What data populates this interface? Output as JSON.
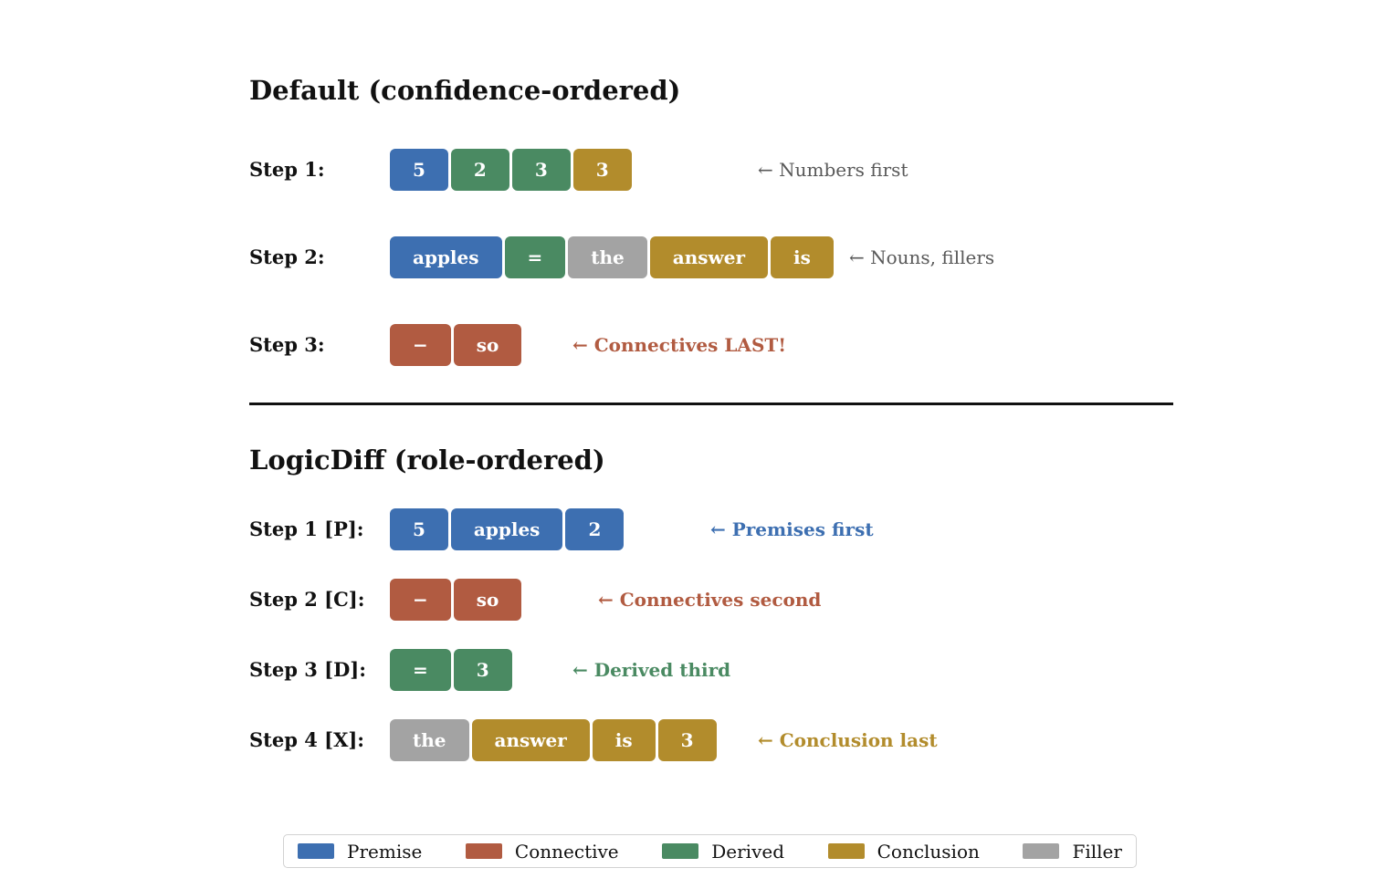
{
  "colors": {
    "premise": "#3d6fb1",
    "connective": "#b15b41",
    "derived": "#4a8a62",
    "conclusion": "#b28c2c",
    "filler": "#a3a3a3",
    "muted": "#595959"
  },
  "sections": {
    "default": {
      "title": "Default (confidence-ordered)",
      "rows": [
        {
          "label": "Step 1:",
          "tokens": [
            {
              "text": "5",
              "role": "premise"
            },
            {
              "text": "2",
              "role": "derived"
            },
            {
              "text": "3",
              "role": "derived"
            },
            {
              "text": "3",
              "role": "conclusion"
            }
          ],
          "annotation": {
            "text": "← Numbers first",
            "role": "muted"
          }
        },
        {
          "label": "Step 2:",
          "tokens": [
            {
              "text": "apples",
              "role": "premise"
            },
            {
              "text": "=",
              "role": "derived"
            },
            {
              "text": "the",
              "role": "filler"
            },
            {
              "text": "answer",
              "role": "conclusion"
            },
            {
              "text": "is",
              "role": "conclusion"
            }
          ],
          "annotation": {
            "text": "← Nouns, fillers",
            "role": "muted"
          }
        },
        {
          "label": "Step 3:",
          "tokens": [
            {
              "text": "−",
              "role": "connective"
            },
            {
              "text": "so",
              "role": "connective"
            }
          ],
          "annotation": {
            "text": "← Connectives LAST!",
            "role": "connective"
          }
        }
      ]
    },
    "logicdiff": {
      "title": "LogicDiff (role-ordered)",
      "rows": [
        {
          "label": "Step 1 [P]:",
          "tokens": [
            {
              "text": "5",
              "role": "premise"
            },
            {
              "text": "apples",
              "role": "premise"
            },
            {
              "text": "2",
              "role": "premise"
            }
          ],
          "annotation": {
            "text": "← Premises first",
            "role": "premise"
          }
        },
        {
          "label": "Step 2 [C]:",
          "tokens": [
            {
              "text": "−",
              "role": "connective"
            },
            {
              "text": "so",
              "role": "connective"
            }
          ],
          "annotation": {
            "text": "← Connectives second",
            "role": "connective"
          }
        },
        {
          "label": "Step 3 [D]:",
          "tokens": [
            {
              "text": "=",
              "role": "derived"
            },
            {
              "text": "3",
              "role": "derived"
            }
          ],
          "annotation": {
            "text": "← Derived third",
            "role": "derived"
          }
        },
        {
          "label": "Step 4 [X]:",
          "tokens": [
            {
              "text": "the",
              "role": "filler"
            },
            {
              "text": "answer",
              "role": "conclusion"
            },
            {
              "text": "is",
              "role": "conclusion"
            },
            {
              "text": "3",
              "role": "conclusion"
            }
          ],
          "annotation": {
            "text": "← Conclusion last",
            "role": "conclusion"
          }
        }
      ]
    }
  },
  "legend": {
    "items": [
      {
        "label": "Premise",
        "role": "premise"
      },
      {
        "label": "Connective",
        "role": "connective"
      },
      {
        "label": "Derived",
        "role": "derived"
      },
      {
        "label": "Conclusion",
        "role": "conclusion"
      },
      {
        "label": "Filler",
        "role": "filler"
      }
    ]
  }
}
